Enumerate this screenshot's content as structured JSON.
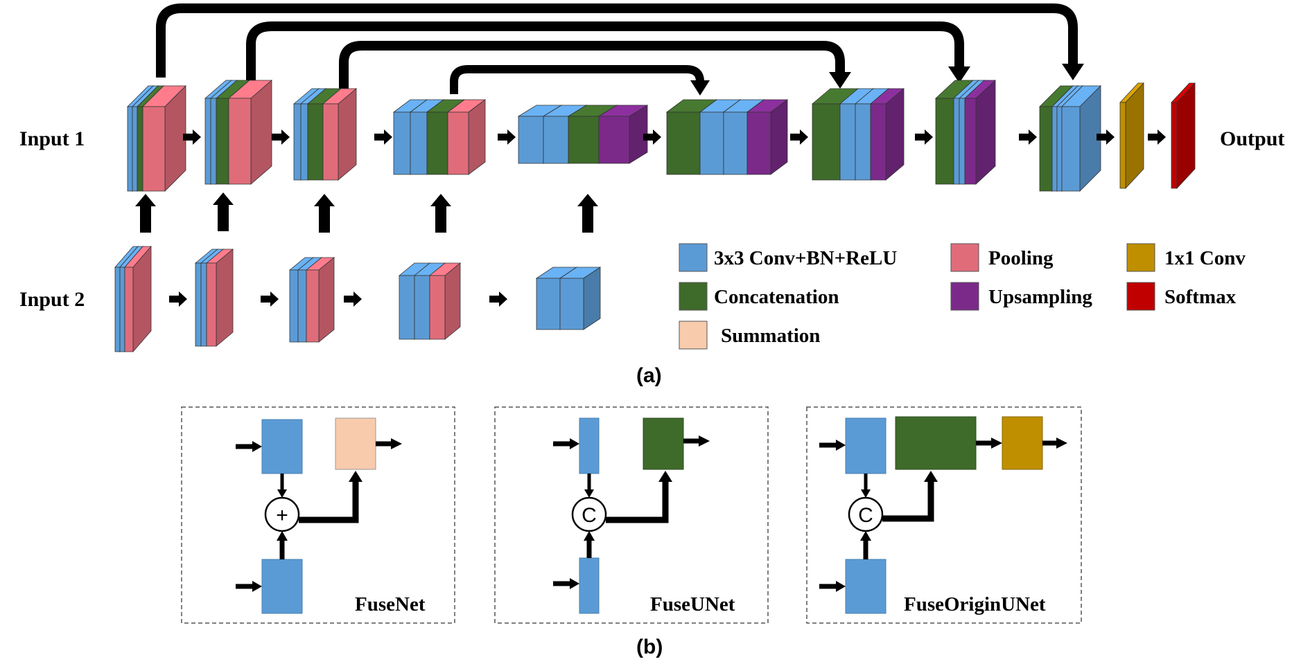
{
  "labels": {
    "input1": "Input 1",
    "input2": "Input 2",
    "output": "Output",
    "caption_a": "(a)",
    "caption_b": "(b)"
  },
  "legend": [
    {
      "label": "3x3 Conv+BN+ReLU",
      "color": "#5b9bd5"
    },
    {
      "label": "Pooling",
      "color": "#e06c7a"
    },
    {
      "label": "1x1 Conv",
      "color": "#bf8f00"
    },
    {
      "label": "Concatenation",
      "color": "#3e6a2a"
    },
    {
      "label": "Upsampling",
      "color": "#7b2a8a"
    },
    {
      "label": "Softmax",
      "color": "#c00000"
    },
    {
      "label": "Summation",
      "color": "#f8cbad"
    }
  ],
  "panels": {
    "fusenet": {
      "title": "FuseNet",
      "operator": "+"
    },
    "fuseunet": {
      "title": "FuseUNet",
      "operator": "C"
    },
    "fuseoriginunet": {
      "title": "FuseOriginUNet",
      "operator": "C"
    }
  },
  "colors": {
    "conv": "#5b9bd5",
    "pool": "#e06c7a",
    "concat": "#3e6a2a",
    "up": "#7b2a8a",
    "conv1x1": "#bf8f00",
    "softmax": "#c00000",
    "sum": "#f8cbad",
    "black": "#000000"
  }
}
